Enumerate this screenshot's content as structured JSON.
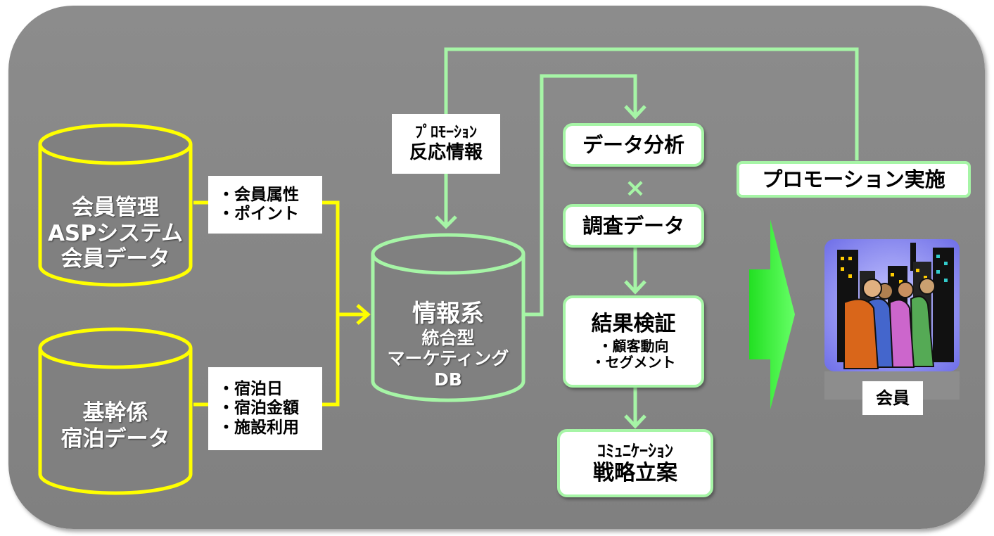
{
  "diagram": {
    "sources": {
      "member_db": {
        "line1": "会員管理",
        "line2": "ASPシステム",
        "line3": "会員データ"
      },
      "core_db": {
        "line1": "基幹係",
        "line2": "宿泊データ"
      }
    },
    "member_fields": [
      "・会員属性",
      "・ポイント"
    ],
    "stay_fields": [
      "・宿泊日",
      "・宿泊金額",
      "・施設利用"
    ],
    "feedback_label": {
      "line1": "ﾌﾟﾛﾓｰｼｮﾝ",
      "line2": "反応情報"
    },
    "central_db": {
      "line1": "情報系",
      "line2": "統合型",
      "line3": "マーケティング",
      "line4": "DB"
    },
    "analysis": "データ分析",
    "times_symbol": "×",
    "survey": "調査データ",
    "verification": {
      "title": "結果検証",
      "items": [
        "・顧客動向",
        "・セグメント"
      ]
    },
    "strategy": {
      "line1": "ｺﾐｭﾆｹｰｼｮﾝ",
      "line2": "戦略立案"
    },
    "promotion": "プロモーション実施",
    "member_label": "会員",
    "colors": {
      "panel": "#808080",
      "source_flow": "#ffff00",
      "db_flow": "#a6f5a6",
      "big_arrow": "#33ff33"
    }
  }
}
